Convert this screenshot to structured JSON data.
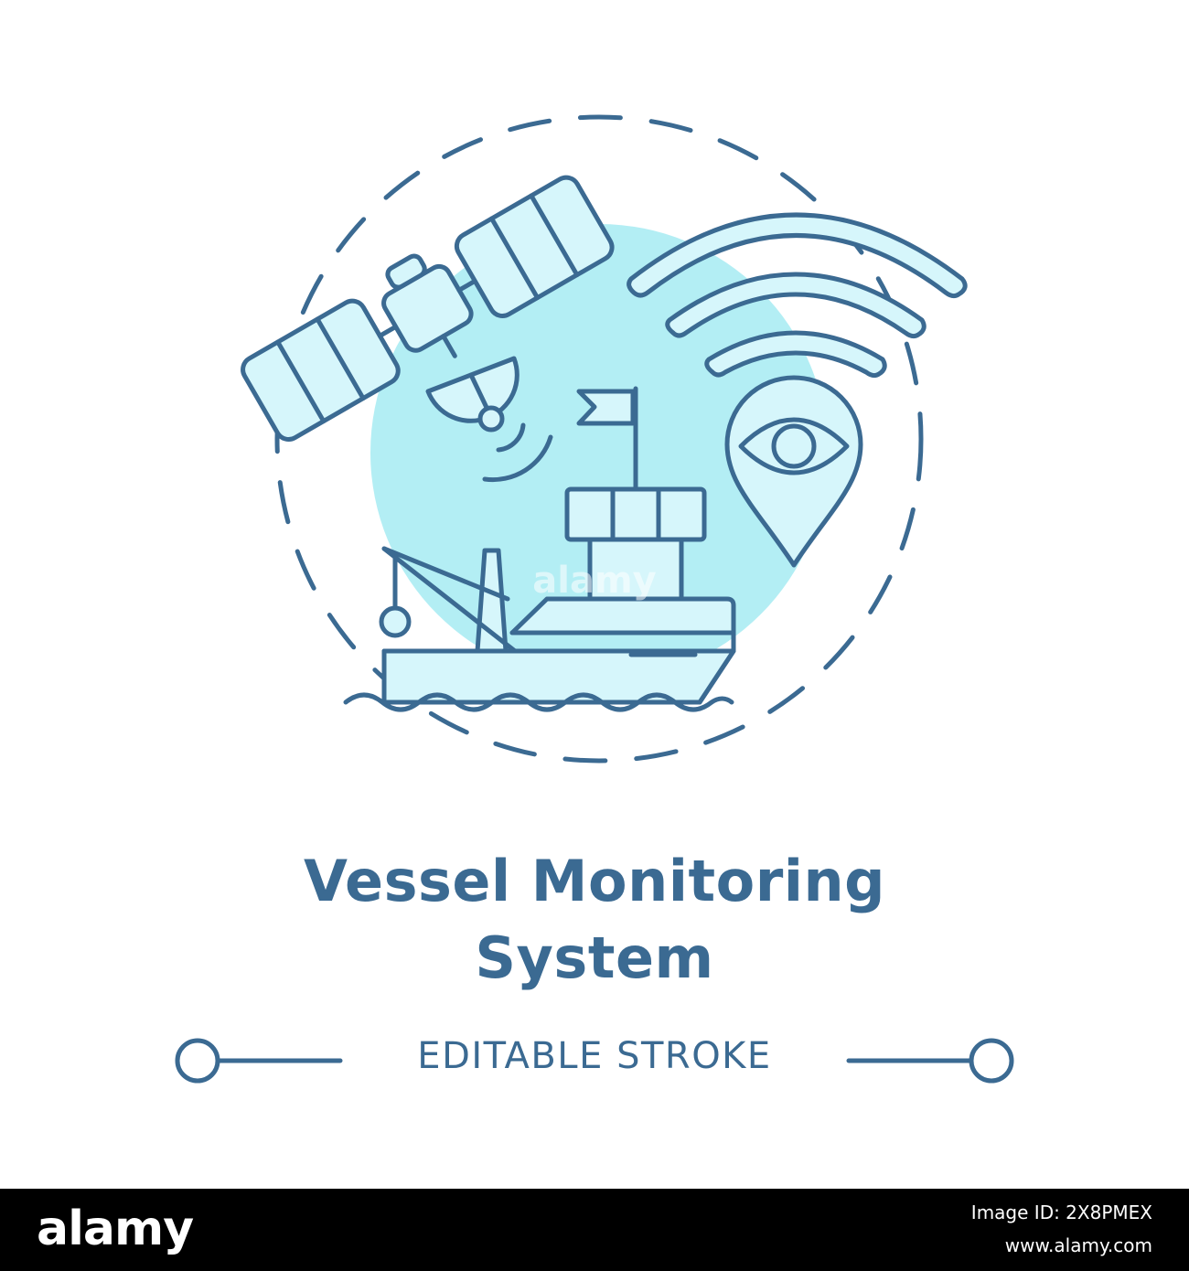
{
  "title": {
    "line1": "Vessel Monitoring",
    "line2": "System"
  },
  "subtitle": "EDITABLE STROKE",
  "watermark": "alamy",
  "footer": {
    "logo": "alamy",
    "image_id": "Image ID: 2X8PMEX",
    "url": "www.alamy.com"
  },
  "colors": {
    "stroke": "#3b6a92",
    "fill_light": "#d6f6fb",
    "circle_bg": "#a6ebf2",
    "footer_bg": "#000000"
  },
  "icons": [
    "satellite-icon",
    "satellite-dish-icon",
    "wifi-signal-icon",
    "location-eye-pin-icon",
    "ship-icon",
    "flag-icon",
    "waves-icon"
  ]
}
